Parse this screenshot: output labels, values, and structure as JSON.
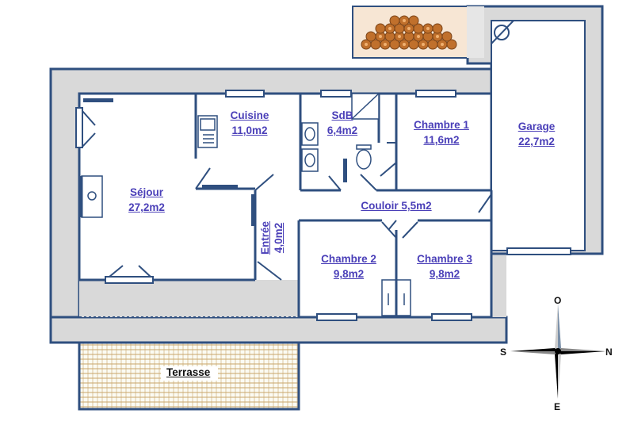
{
  "rooms": {
    "sejour": {
      "name": "Séjour",
      "area": "27,2m2"
    },
    "cuisine": {
      "name": "Cuisine",
      "area": "11,0m2"
    },
    "sdb": {
      "name": "SdB",
      "area": "6,4m2"
    },
    "chambre1": {
      "name": "Chambre 1",
      "area": "11,6m2"
    },
    "garage": {
      "name": "Garage",
      "area": "22,7m2"
    },
    "couloir": {
      "label": "Couloir 5,5m2"
    },
    "entree": {
      "name": "Entrée",
      "area": "4,0m2"
    },
    "chambre2": {
      "name": "Chambre 2",
      "area": "9,8m2"
    },
    "chambre3": {
      "name": "Chambre 3",
      "area": "9,8m2"
    }
  },
  "terrace": {
    "label": "Terrasse"
  },
  "compass": {
    "north": "N",
    "south": "S",
    "east": "E",
    "west": "O"
  },
  "colors": {
    "wall": "#2f4f7f",
    "outer": "#d8d8d8",
    "label": "#4a3fb8",
    "wood": "#c0702c"
  }
}
